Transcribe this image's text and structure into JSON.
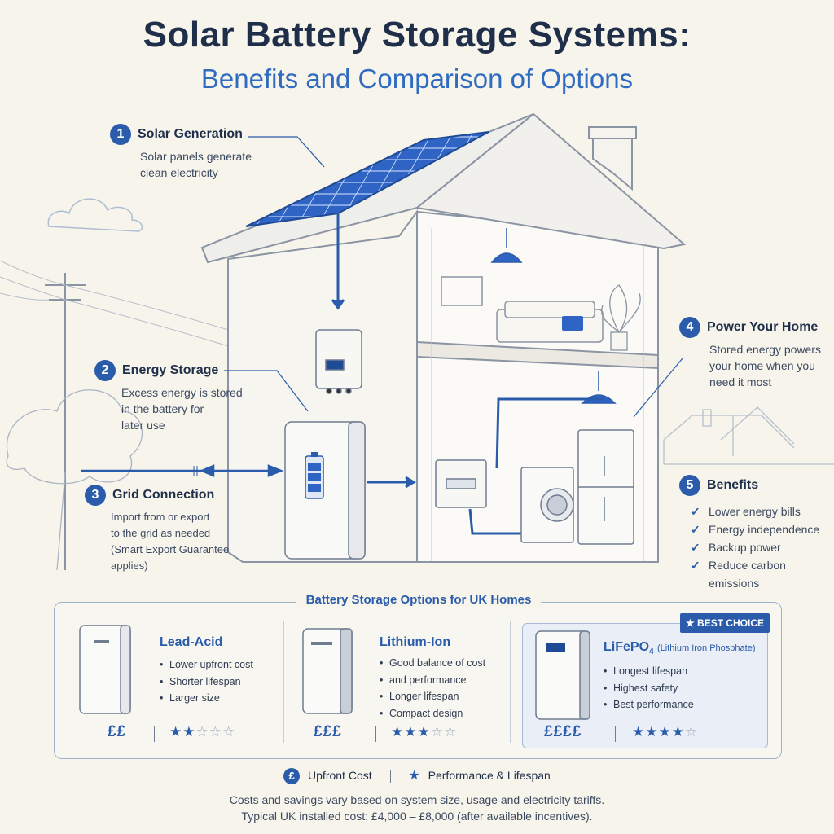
{
  "header": {
    "title": "Solar Battery Storage Systems:",
    "subtitle": "Benefits and Comparison of Options"
  },
  "steps": [
    {
      "number": "1",
      "title": "Solar Generation",
      "desc": [
        "Solar panels generate",
        "clean electricity"
      ]
    },
    {
      "number": "2",
      "title": "Energy Storage",
      "desc": [
        "Excess energy is stored",
        "in the battery for",
        "later use"
      ]
    },
    {
      "number": "3",
      "title": "Grid Connection",
      "desc": [
        "Import from or export",
        "to the grid as needed",
        "(Smart Export Guarantee",
        "applies)"
      ]
    },
    {
      "number": "4",
      "title": "Power Your Home",
      "desc": [
        "Stored energy powers",
        "your home when you",
        "need it most"
      ]
    },
    {
      "number": "5",
      "title": "Benefits",
      "items": [
        "Lower energy bills",
        "Energy independence",
        "Backup power",
        "Reduce carbon",
        "emissions"
      ]
    }
  ],
  "options": {
    "title": "Battery Storage Options for UK Homes",
    "best_badge": "BEST CHOICE",
    "cards": [
      {
        "name": "Lead-Acid",
        "features": [
          "Lower upfront cost",
          "Shorter lifespan",
          "Larger size"
        ],
        "cost": "££",
        "stars_filled": 2,
        "stars_total": 5
      },
      {
        "name": "Lithium-Ion",
        "features": [
          "Good balance of cost",
          "and performance",
          "Longer lifespan",
          "Compact design"
        ],
        "cost": "£££",
        "stars_filled": 3,
        "stars_total": 5
      },
      {
        "name": "LiFePO",
        "subscript": "4",
        "detail": "(Lithium Iron Phosphate)",
        "features": [
          "Longest lifespan",
          "Highest safety",
          "Best performance"
        ],
        "cost": "££££",
        "stars_filled": 4,
        "stars_total": 5
      }
    ]
  },
  "legend": {
    "coin_symbol": "£",
    "cost_label": "Upfront Cost",
    "performance_label": "Performance & Lifespan"
  },
  "footnote": [
    "Costs and savings vary based on system size, usage and electricity tariffs.",
    "Typical UK installed cost: £4,000 – £8,000 (after available incentives)."
  ],
  "colors": {
    "accent": "#2a5cab",
    "title": "#1f2f4a",
    "subtitle": "#2f6bc0",
    "background": "#f7f4ec"
  }
}
